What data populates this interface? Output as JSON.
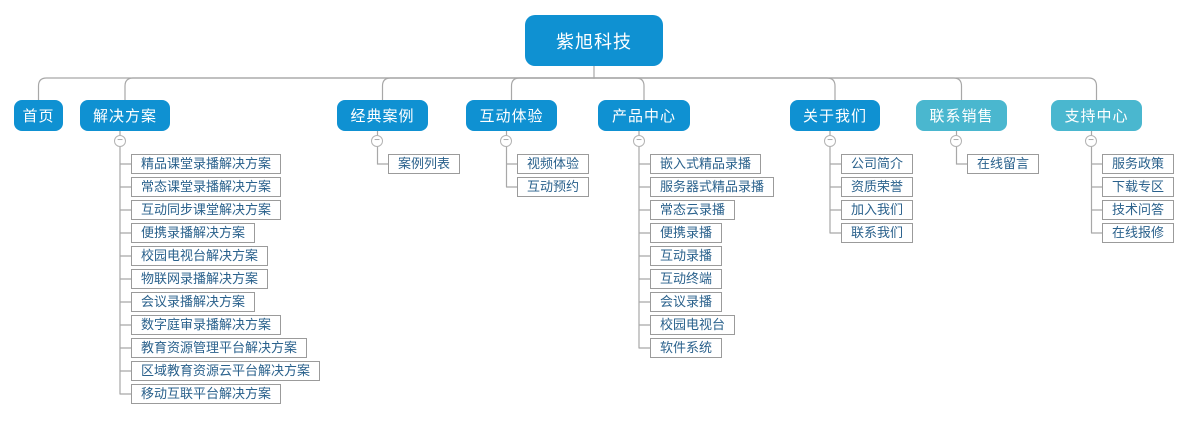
{
  "colors": {
    "primary": "#0f91d2",
    "secondary": "#4ab7cf",
    "connector": "#a8a8a8",
    "leaf_border": "#9b9b9b",
    "leaf_text": "#2a618c"
  },
  "icons": {
    "collapse_glyph": "−"
  },
  "tree": {
    "root": {
      "label": "紫旭科技"
    },
    "branches": [
      {
        "label": "首页",
        "children": []
      },
      {
        "label": "解决方案",
        "children": [
          "精品课堂录播解决方案",
          "常态课堂录播解决方案",
          "互动同步课堂解决方案",
          "便携录播解决方案",
          "校园电视台解决方案",
          "物联网录播解决方案",
          "会议录播解决方案",
          "数字庭审录播解决方案",
          "教育资源管理平台解决方案",
          "区域教育资源云平台解决方案",
          "移动互联平台解决方案"
        ]
      },
      {
        "label": "经典案例",
        "children": [
          "案例列表"
        ]
      },
      {
        "label": "互动体验",
        "children": [
          "视频体验",
          "互动预约"
        ]
      },
      {
        "label": "产品中心",
        "children": [
          "嵌入式精品录播",
          "服务器式精品录播",
          "常态云录播",
          "便携录播",
          "互动录播",
          "互动终端",
          "会议录播",
          "校园电视台",
          "软件系统"
        ]
      },
      {
        "label": "关于我们",
        "children": [
          "公司简介",
          "资质荣誉",
          "加入我们",
          "联系我们"
        ]
      },
      {
        "label": "联系销售",
        "children": [
          "在线留言"
        ]
      },
      {
        "label": "支持中心",
        "children": [
          "服务政策",
          "下载专区",
          "技术问答",
          "在线报修"
        ]
      }
    ]
  }
}
